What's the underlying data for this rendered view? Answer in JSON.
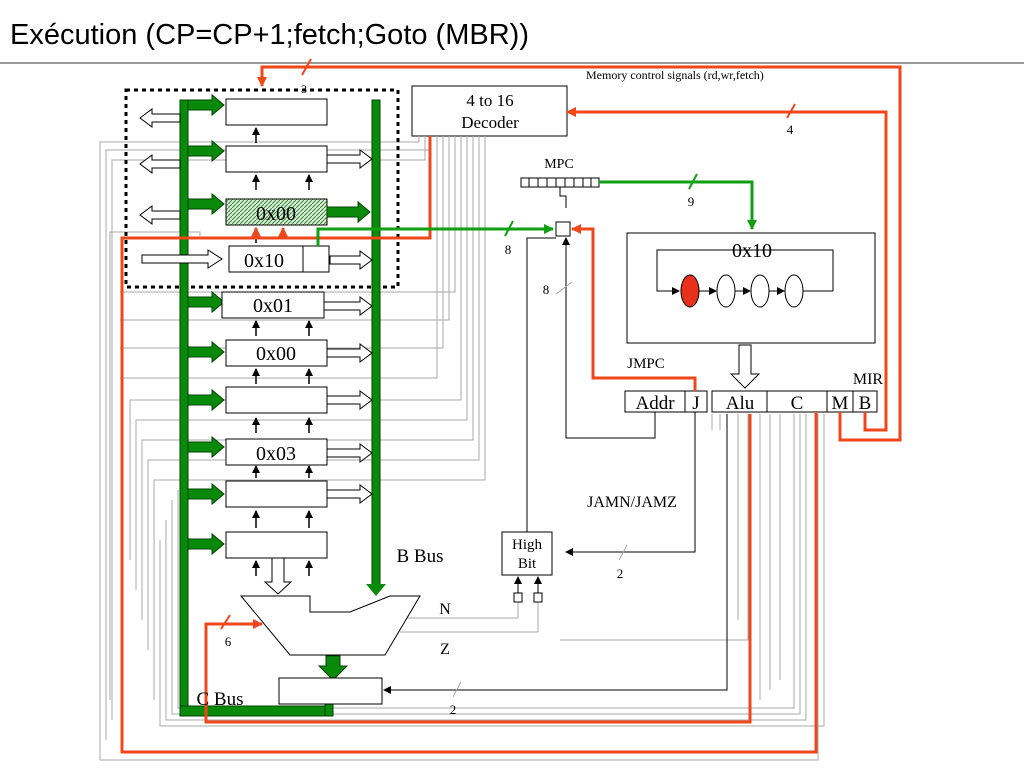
{
  "title": "Exécution  (CP=CP+1;fetch;Goto (MBR))",
  "memory_signals_label": "Memory control signals (rd,wr,fetch)",
  "decoder": {
    "line1": "4 to 16",
    "line2": "Decoder"
  },
  "mpc_label": "MPC",
  "control_store_value": "0x10",
  "jmpc_label": "JMPC",
  "mir": {
    "label": "MIR",
    "fields": [
      "Addr",
      "J",
      "Alu",
      "C",
      "M",
      "B"
    ]
  },
  "jamn_jamz_label": "JAMN/JAMZ",
  "high_bit": {
    "line1": "High",
    "line2": "Bit"
  },
  "bus_labels": {
    "b_bus": "B Bus",
    "c_bus": "C Bus"
  },
  "flags": {
    "n": "N",
    "z": "Z"
  },
  "bit_widths": {
    "top": "3",
    "mem_ctrl": "4",
    "next_addr": "9",
    "mbr_to_mpc": "8",
    "addr_field": "8",
    "jam": "2",
    "alu_ctrl": "6",
    "shifter": "2"
  },
  "registers": [
    {
      "value": ""
    },
    {
      "value": ""
    },
    {
      "value": "0x00"
    },
    {
      "value": "0x10"
    },
    {
      "value": "0x01"
    },
    {
      "value": "0x00"
    },
    {
      "value": ""
    },
    {
      "value": "0x03"
    },
    {
      "value": ""
    },
    {
      "value": ""
    }
  ],
  "colors": {
    "control_path": "#f0471a",
    "data_path": "#0fa00f",
    "bus": "#0a8a0a",
    "highlight": "#e8301a"
  }
}
